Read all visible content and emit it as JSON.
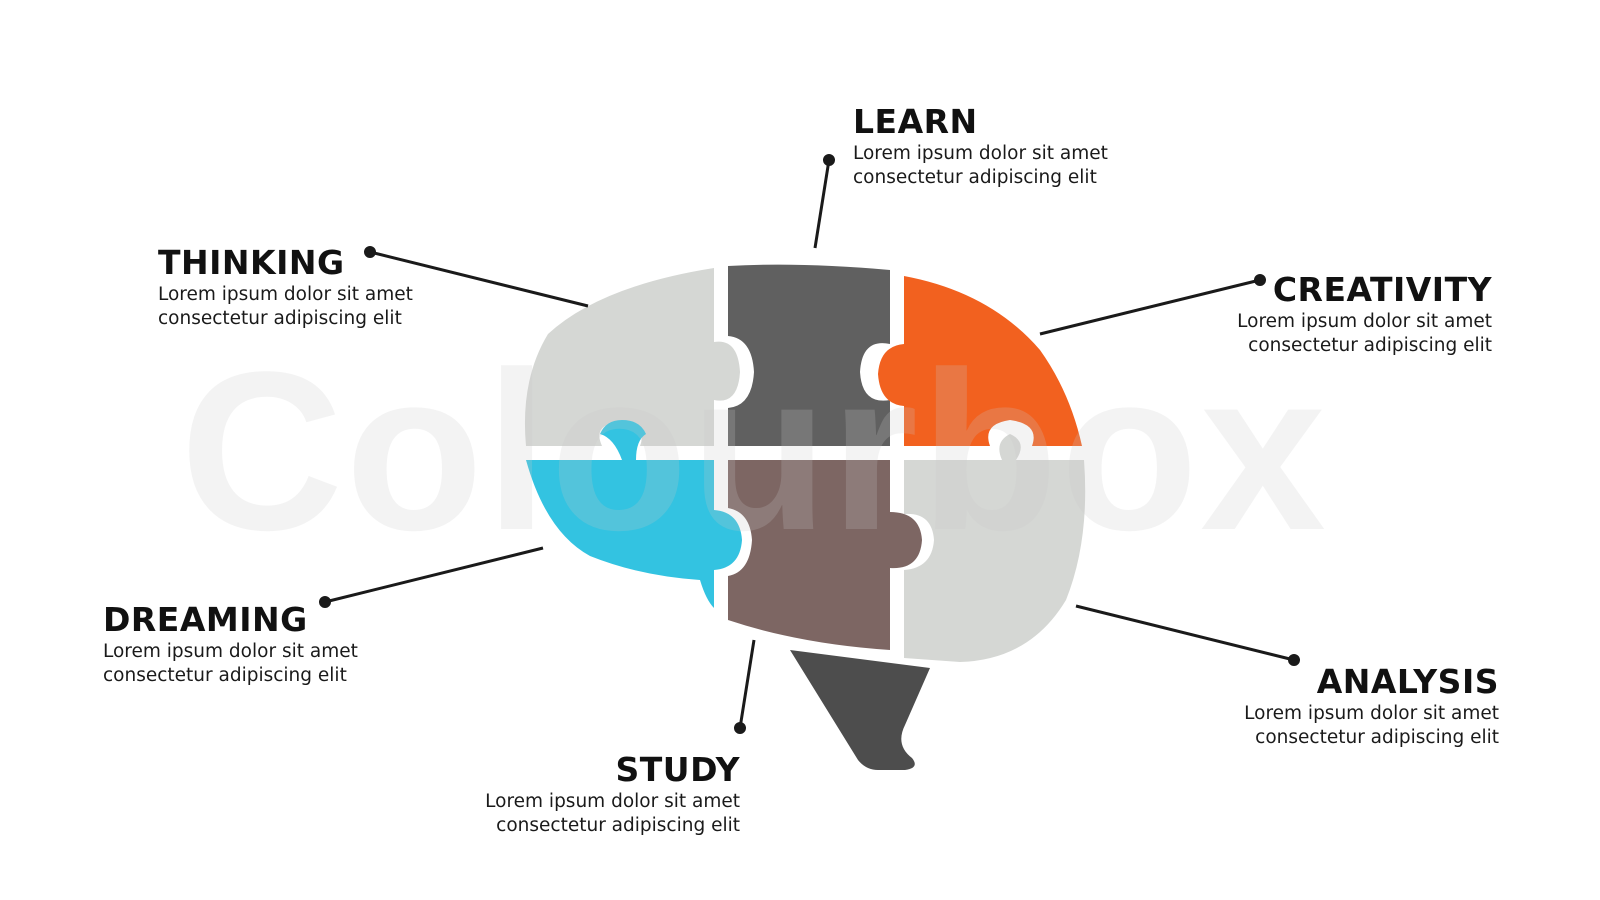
{
  "watermark": "Colourbox",
  "colors": {
    "light_gray": "#d5d7d4",
    "dark_gray": "#606060",
    "orange": "#f2611f",
    "cyan": "#33c3e1",
    "brown": "#7d6663",
    "stem": "#4d4d4d",
    "line": "#1a1a1a"
  },
  "labels": [
    {
      "id": "learn",
      "title": "LEARN",
      "line1": "Lorem ipsum dolor sit amet",
      "line2": "consectetur adipiscing elit"
    },
    {
      "id": "thinking",
      "title": "THINKING",
      "line1": "Lorem ipsum dolor sit amet",
      "line2": "consectetur adipiscing elit"
    },
    {
      "id": "creativity",
      "title": "CREATIVITY",
      "line1": "Lorem ipsum dolor sit amet",
      "line2": "consectetur adipiscing elit"
    },
    {
      "id": "dreaming",
      "title": "DREAMING",
      "line1": "Lorem ipsum dolor sit amet",
      "line2": "consectetur adipiscing elit"
    },
    {
      "id": "analysis",
      "title": "ANALYSIS",
      "line1": "Lorem ipsum dolor sit amet",
      "line2": "consectetur adipiscing elit"
    },
    {
      "id": "study",
      "title": "STUDY",
      "line1": "Lorem ipsum dolor sit amet",
      "line2": "consectetur adipiscing elit"
    }
  ]
}
